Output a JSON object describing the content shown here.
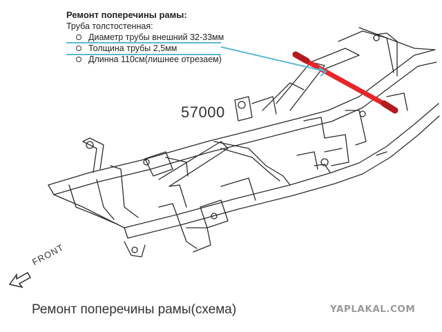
{
  "note": {
    "title": "Ремонт поперечины рамы:",
    "subtitle": "Труба толстостенная:",
    "items": [
      "Диаметр трубы внешний 32-33мм",
      "Толщина трубы 2,5мм",
      "Длинна 110см(лишнее отрезаем)"
    ]
  },
  "diagram": {
    "part_number": "57000",
    "front_label": "FRONT",
    "colors": {
      "line": "#2a2a2a",
      "highlight_tube": "#e5262b",
      "underline": "#5bb8d6",
      "leader": "#5bb8d6"
    }
  },
  "caption": "Ремонт поперечины рамы(схема)",
  "watermark": "YAPLAKAL.COM"
}
